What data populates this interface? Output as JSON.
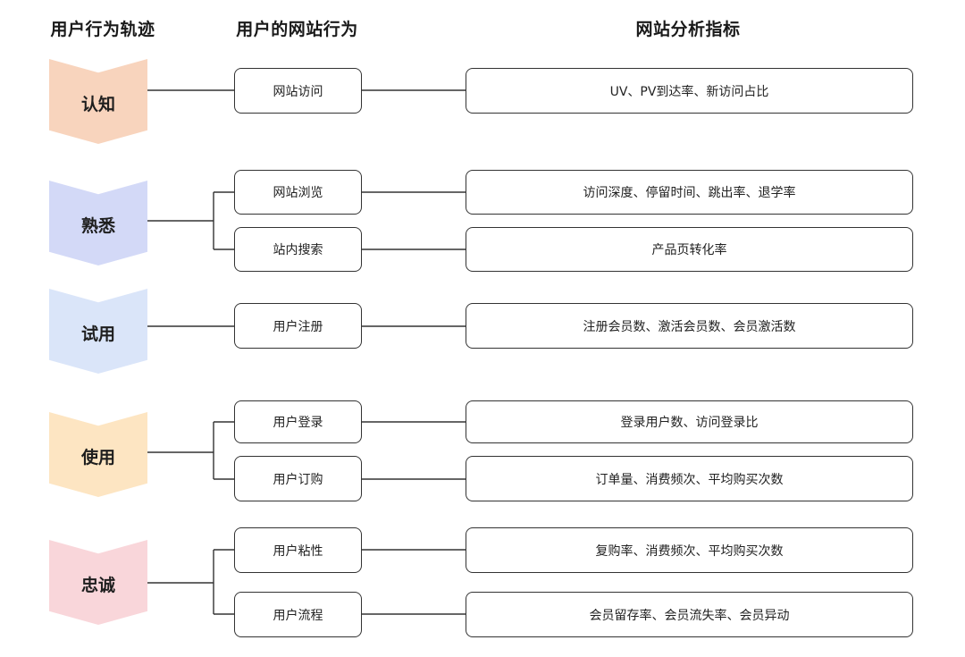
{
  "headers": {
    "journey": "用户行为轨迹",
    "behavior": "用户的网站行为",
    "metrics": "网站分析指标"
  },
  "stages": [
    {
      "label": "认知",
      "color": "#f8d4bd",
      "rows": [
        {
          "behavior": "网站访问",
          "metrics": "UV、PV到达率、新访问占比"
        }
      ]
    },
    {
      "label": "熟悉",
      "color": "#d3d9f7",
      "rows": [
        {
          "behavior": "网站浏览",
          "metrics": "访问深度、停留时间、跳出率、退学率"
        },
        {
          "behavior": "站内搜索",
          "metrics": "产品页转化率"
        }
      ]
    },
    {
      "label": "试用",
      "color": "#dae5f9",
      "rows": [
        {
          "behavior": "用户注册",
          "metrics": "注册会员数、激活会员数、会员激活数"
        }
      ]
    },
    {
      "label": "使用",
      "color": "#fde5c2",
      "rows": [
        {
          "behavior": "用户登录",
          "metrics": "登录用户数、访问登录比"
        },
        {
          "behavior": "用户订购",
          "metrics": "订单量、消费频次、平均购买次数"
        }
      ]
    },
    {
      "label": "忠诚",
      "color": "#f9d6da",
      "rows": [
        {
          "behavior": "用户粘性",
          "metrics": "复购率、消费频次、平均购买次数"
        },
        {
          "behavior": "用户流程",
          "metrics": "会员留存率、会员流失率、会员异动"
        }
      ]
    }
  ]
}
